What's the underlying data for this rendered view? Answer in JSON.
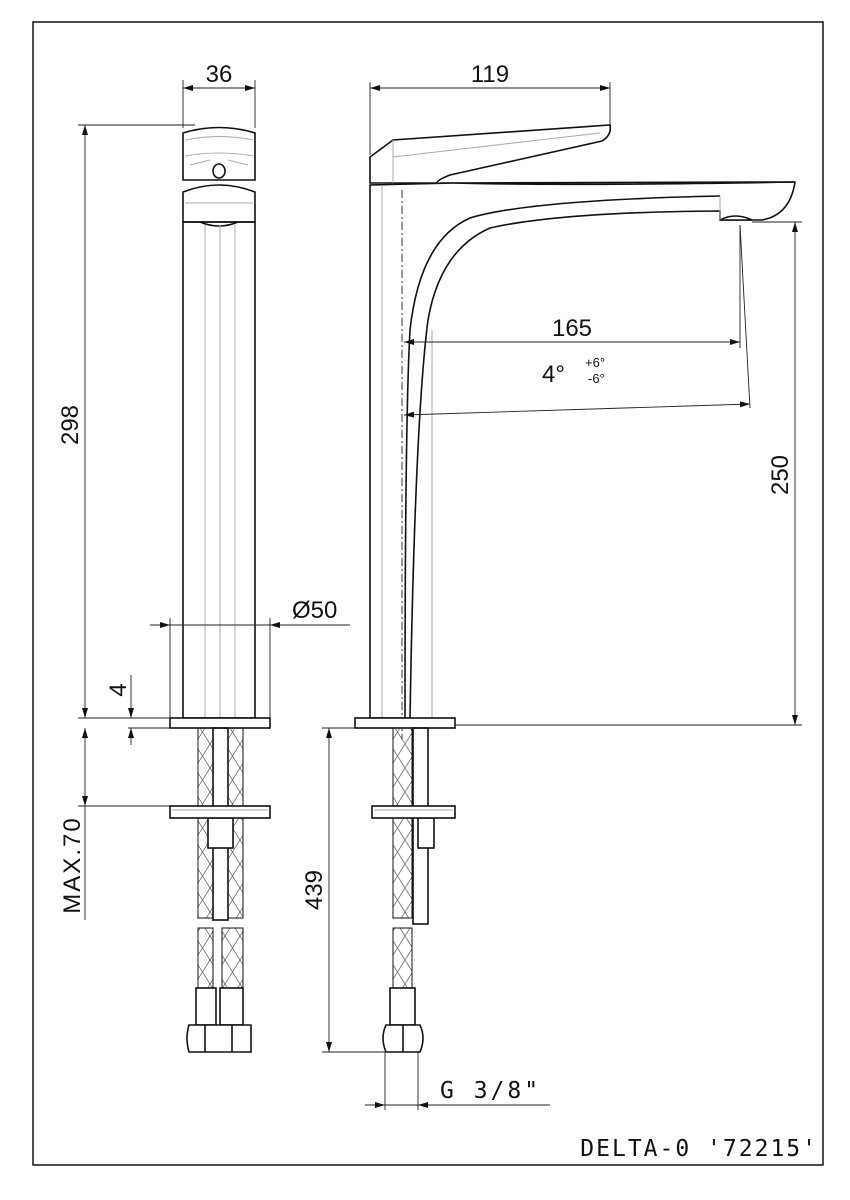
{
  "drawing": {
    "title": "DELTA-0 '72215'",
    "dimensions": {
      "width_side": "36",
      "reach_total": "119",
      "total_height": "298",
      "spout_reach": "165",
      "swivel_angle": "4°",
      "angle_tol_plus": "+6°",
      "angle_tol_minus": "-6°",
      "spout_height": "250",
      "base_diameter": "Ø50",
      "plate_thickness": "4",
      "max_deck": "MAX.70",
      "hose_length": "439",
      "connection": "G 3/8\""
    }
  }
}
